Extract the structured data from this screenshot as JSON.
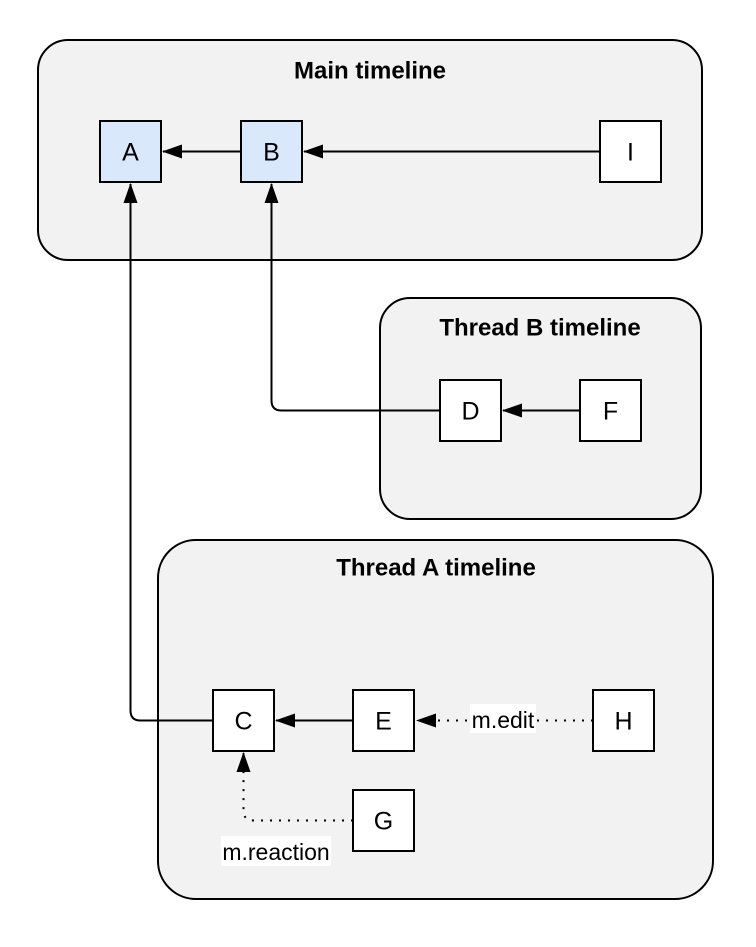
{
  "diagram": {
    "kind": "matrix-event-dag-timelines",
    "groups": {
      "main": {
        "title": "Main timeline"
      },
      "thread_b": {
        "title": "Thread B timeline"
      },
      "thread_a": {
        "title": "Thread A timeline"
      }
    },
    "nodes": {
      "a": {
        "label": "A",
        "fill": "#dae8fc",
        "group": "main"
      },
      "b": {
        "label": "B",
        "fill": "#dae8fc",
        "group": "main"
      },
      "i": {
        "label": "I",
        "fill": "#ffffff",
        "group": "main"
      },
      "d": {
        "label": "D",
        "fill": "#ffffff",
        "group": "thread_b"
      },
      "f": {
        "label": "F",
        "fill": "#ffffff",
        "group": "thread_b"
      },
      "c": {
        "label": "C",
        "fill": "#ffffff",
        "group": "thread_a"
      },
      "e": {
        "label": "E",
        "fill": "#ffffff",
        "group": "thread_a"
      },
      "h": {
        "label": "H",
        "fill": "#ffffff",
        "group": "thread_a"
      },
      "g": {
        "label": "G",
        "fill": "#ffffff",
        "group": "thread_a"
      }
    },
    "edges": [
      {
        "from": "B",
        "to": "A",
        "style": "solid",
        "label": ""
      },
      {
        "from": "I",
        "to": "B",
        "style": "solid",
        "label": ""
      },
      {
        "from": "F",
        "to": "D",
        "style": "solid",
        "label": ""
      },
      {
        "from": "D",
        "to": "B",
        "style": "solid",
        "label": ""
      },
      {
        "from": "E",
        "to": "C",
        "style": "solid",
        "label": ""
      },
      {
        "from": "C",
        "to": "A",
        "style": "solid",
        "label": ""
      },
      {
        "from": "H",
        "to": "E",
        "style": "dotted",
        "label": "m.edit"
      },
      {
        "from": "G",
        "to": "C",
        "style": "dotted",
        "label": "m.reaction"
      }
    ],
    "edge_labels": {
      "edit": "m.edit",
      "reaction": "m.reaction"
    },
    "colors": {
      "background": "#ffffff",
      "group_fill": "#f2f2f2",
      "node_highlight_fill": "#dae8fc",
      "node_default_fill": "#ffffff",
      "stroke": "#000000",
      "label_background": "#ffffff"
    }
  }
}
